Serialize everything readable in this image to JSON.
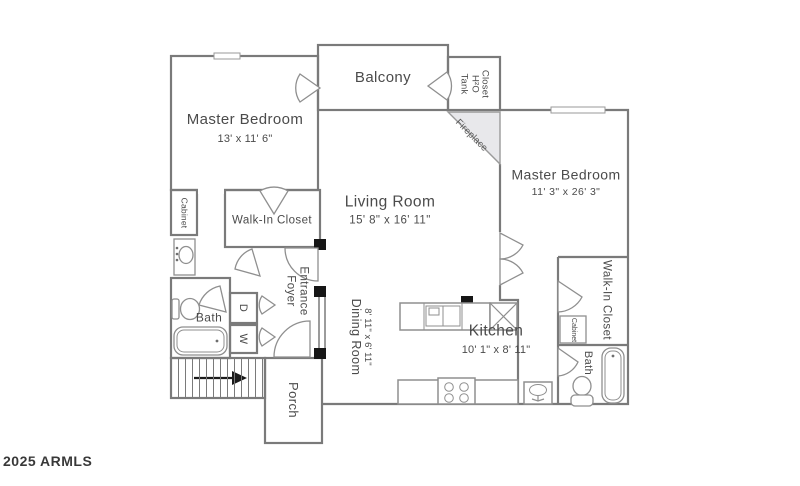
{
  "watermark": "2025 ARMLS",
  "colors": {
    "wall": "#7a7a7a",
    "fixture": "#8f8f8f",
    "text": "#4b4b4b",
    "fireplace_fill": "#e8e8eb",
    "marker": "#161616"
  },
  "rooms": {
    "master_bedroom_left": {
      "name": "Master Bedroom",
      "dims": "13' x 11' 6\""
    },
    "balcony": {
      "name": "Balcony"
    },
    "utility_closet": {
      "line1": "Closet",
      "line2": "H²O",
      "line3": "Tank"
    },
    "fireplace": {
      "name": "Fireplace"
    },
    "master_bedroom_right": {
      "name": "Master Bedroom",
      "dims": "11' 3\" x 26' 3\""
    },
    "living_room": {
      "name": "Living Room",
      "dims": "15' 8\" x 16' 11\""
    },
    "walk_in_closet_left": {
      "name": "Walk-In Closet"
    },
    "cabinet_left": {
      "name": "Cabinet"
    },
    "entrance_foyer": {
      "line1": "Entrance",
      "line2": "Foyer"
    },
    "bath_left": {
      "name": "Bath"
    },
    "dryer": {
      "name": "D"
    },
    "washer": {
      "name": "W"
    },
    "dining_room": {
      "name": "Dining Room",
      "dims": "8' 11\" x 6' 11\""
    },
    "kitchen": {
      "name": "Kitchen",
      "dims": "10' 1\" x 8' 11\""
    },
    "porch": {
      "name": "Porch"
    },
    "walk_in_closet_right": {
      "name": "Walk-In Closet"
    },
    "cabinet_right": {
      "name": "Cabinet"
    },
    "bath_right": {
      "name": "Bath"
    }
  }
}
